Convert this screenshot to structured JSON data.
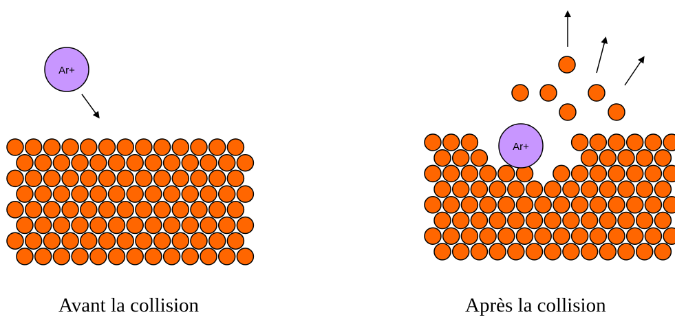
{
  "colors": {
    "atom_fill": "#ff6600",
    "atom_stroke": "#000000",
    "ion_fill": "#c896ff",
    "ion_stroke": "#000000",
    "arrow": "#000000"
  },
  "ion": {
    "label": "Ar+"
  },
  "captions": {
    "before": "Avant la collision",
    "after": "Après la collision"
  }
}
